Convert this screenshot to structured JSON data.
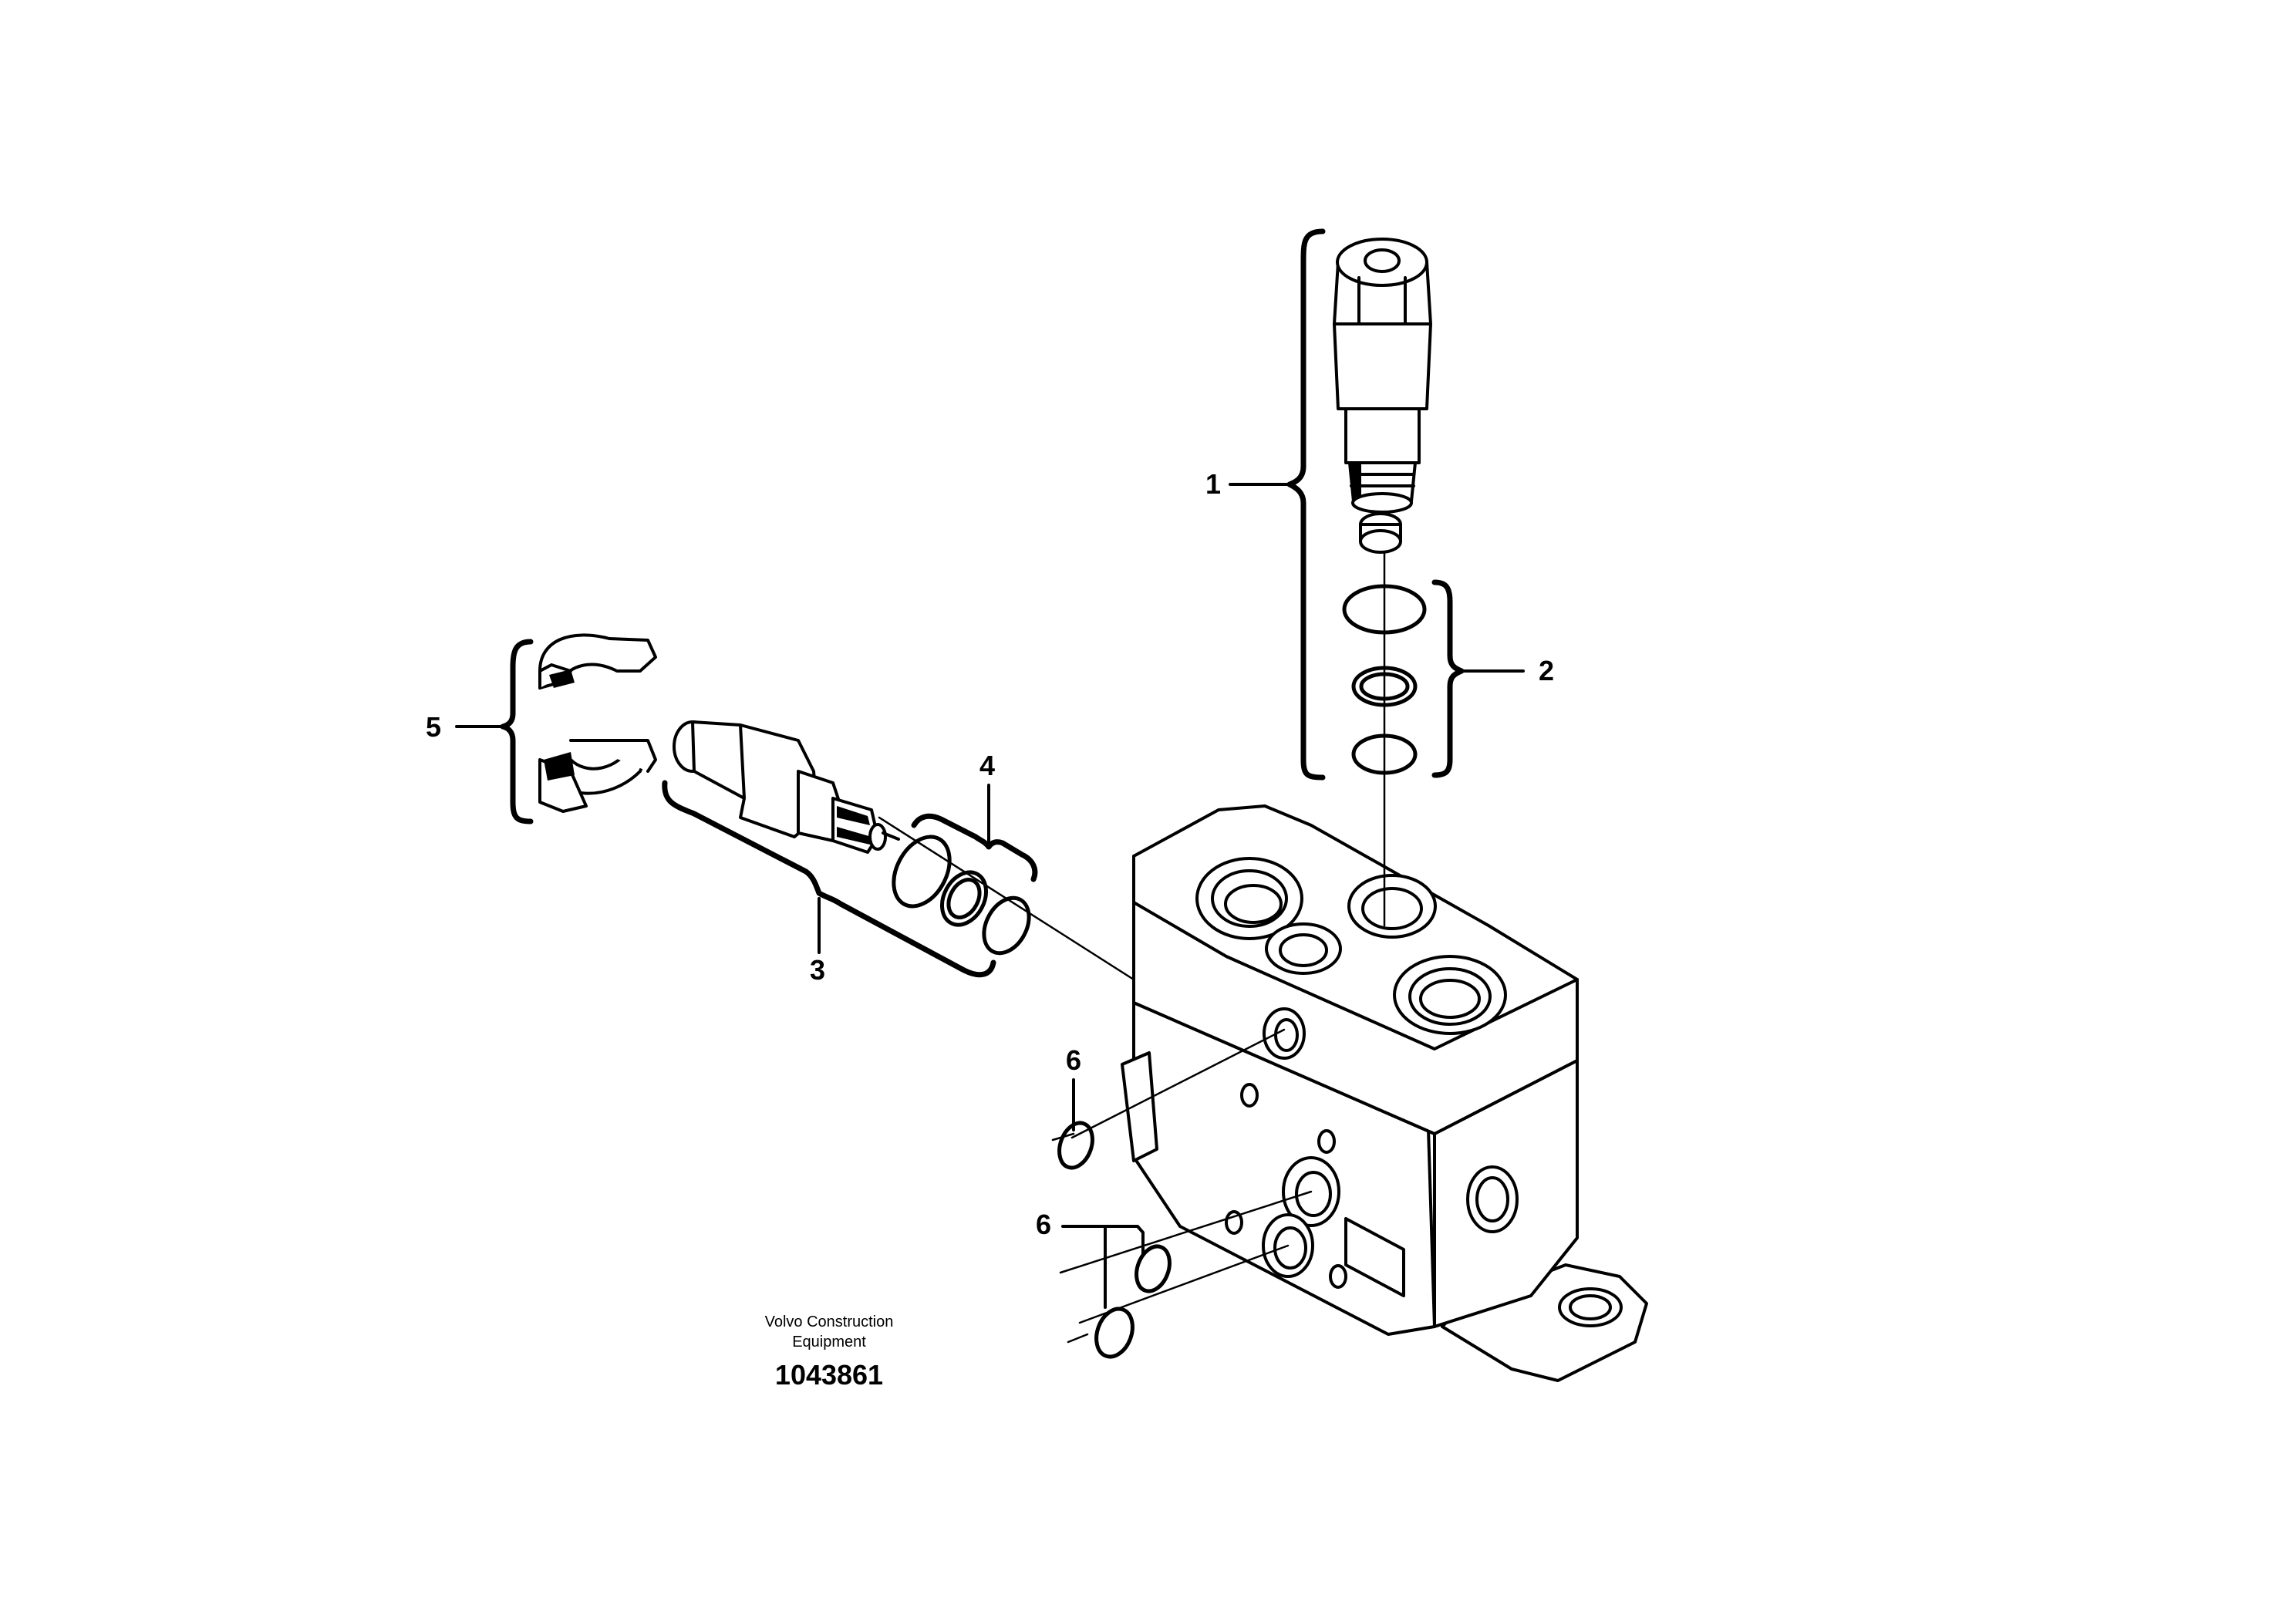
{
  "callouts": {
    "c1": "1",
    "c2": "2",
    "c3": "3",
    "c4": "4",
    "c5": "5",
    "c6a": "6",
    "c6b": "6"
  },
  "footer": {
    "company_line1": "Volvo Construction",
    "company_line2": "Equipment",
    "part_number": "1043861"
  },
  "colors": {
    "line": "#000000",
    "background": "#ffffff"
  }
}
